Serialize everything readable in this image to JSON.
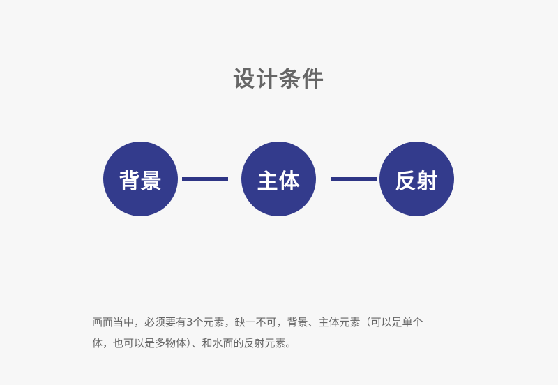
{
  "title": "设计条件",
  "colors": {
    "background": "#f7f7f7",
    "node_fill": "#333b8c",
    "connector": "#2e3585",
    "title_text": "#666666",
    "node_text": "#ffffff",
    "body_text": "#666666"
  },
  "nodes": [
    {
      "label": "背景"
    },
    {
      "label": "主体"
    },
    {
      "label": "反射"
    }
  ],
  "description": {
    "line1": "画面当中，必须要有3个元素，缺一不可，背景、主体元素（可以是单个",
    "line2": "体，也可以是多物体）、和水面的反射元素。"
  }
}
